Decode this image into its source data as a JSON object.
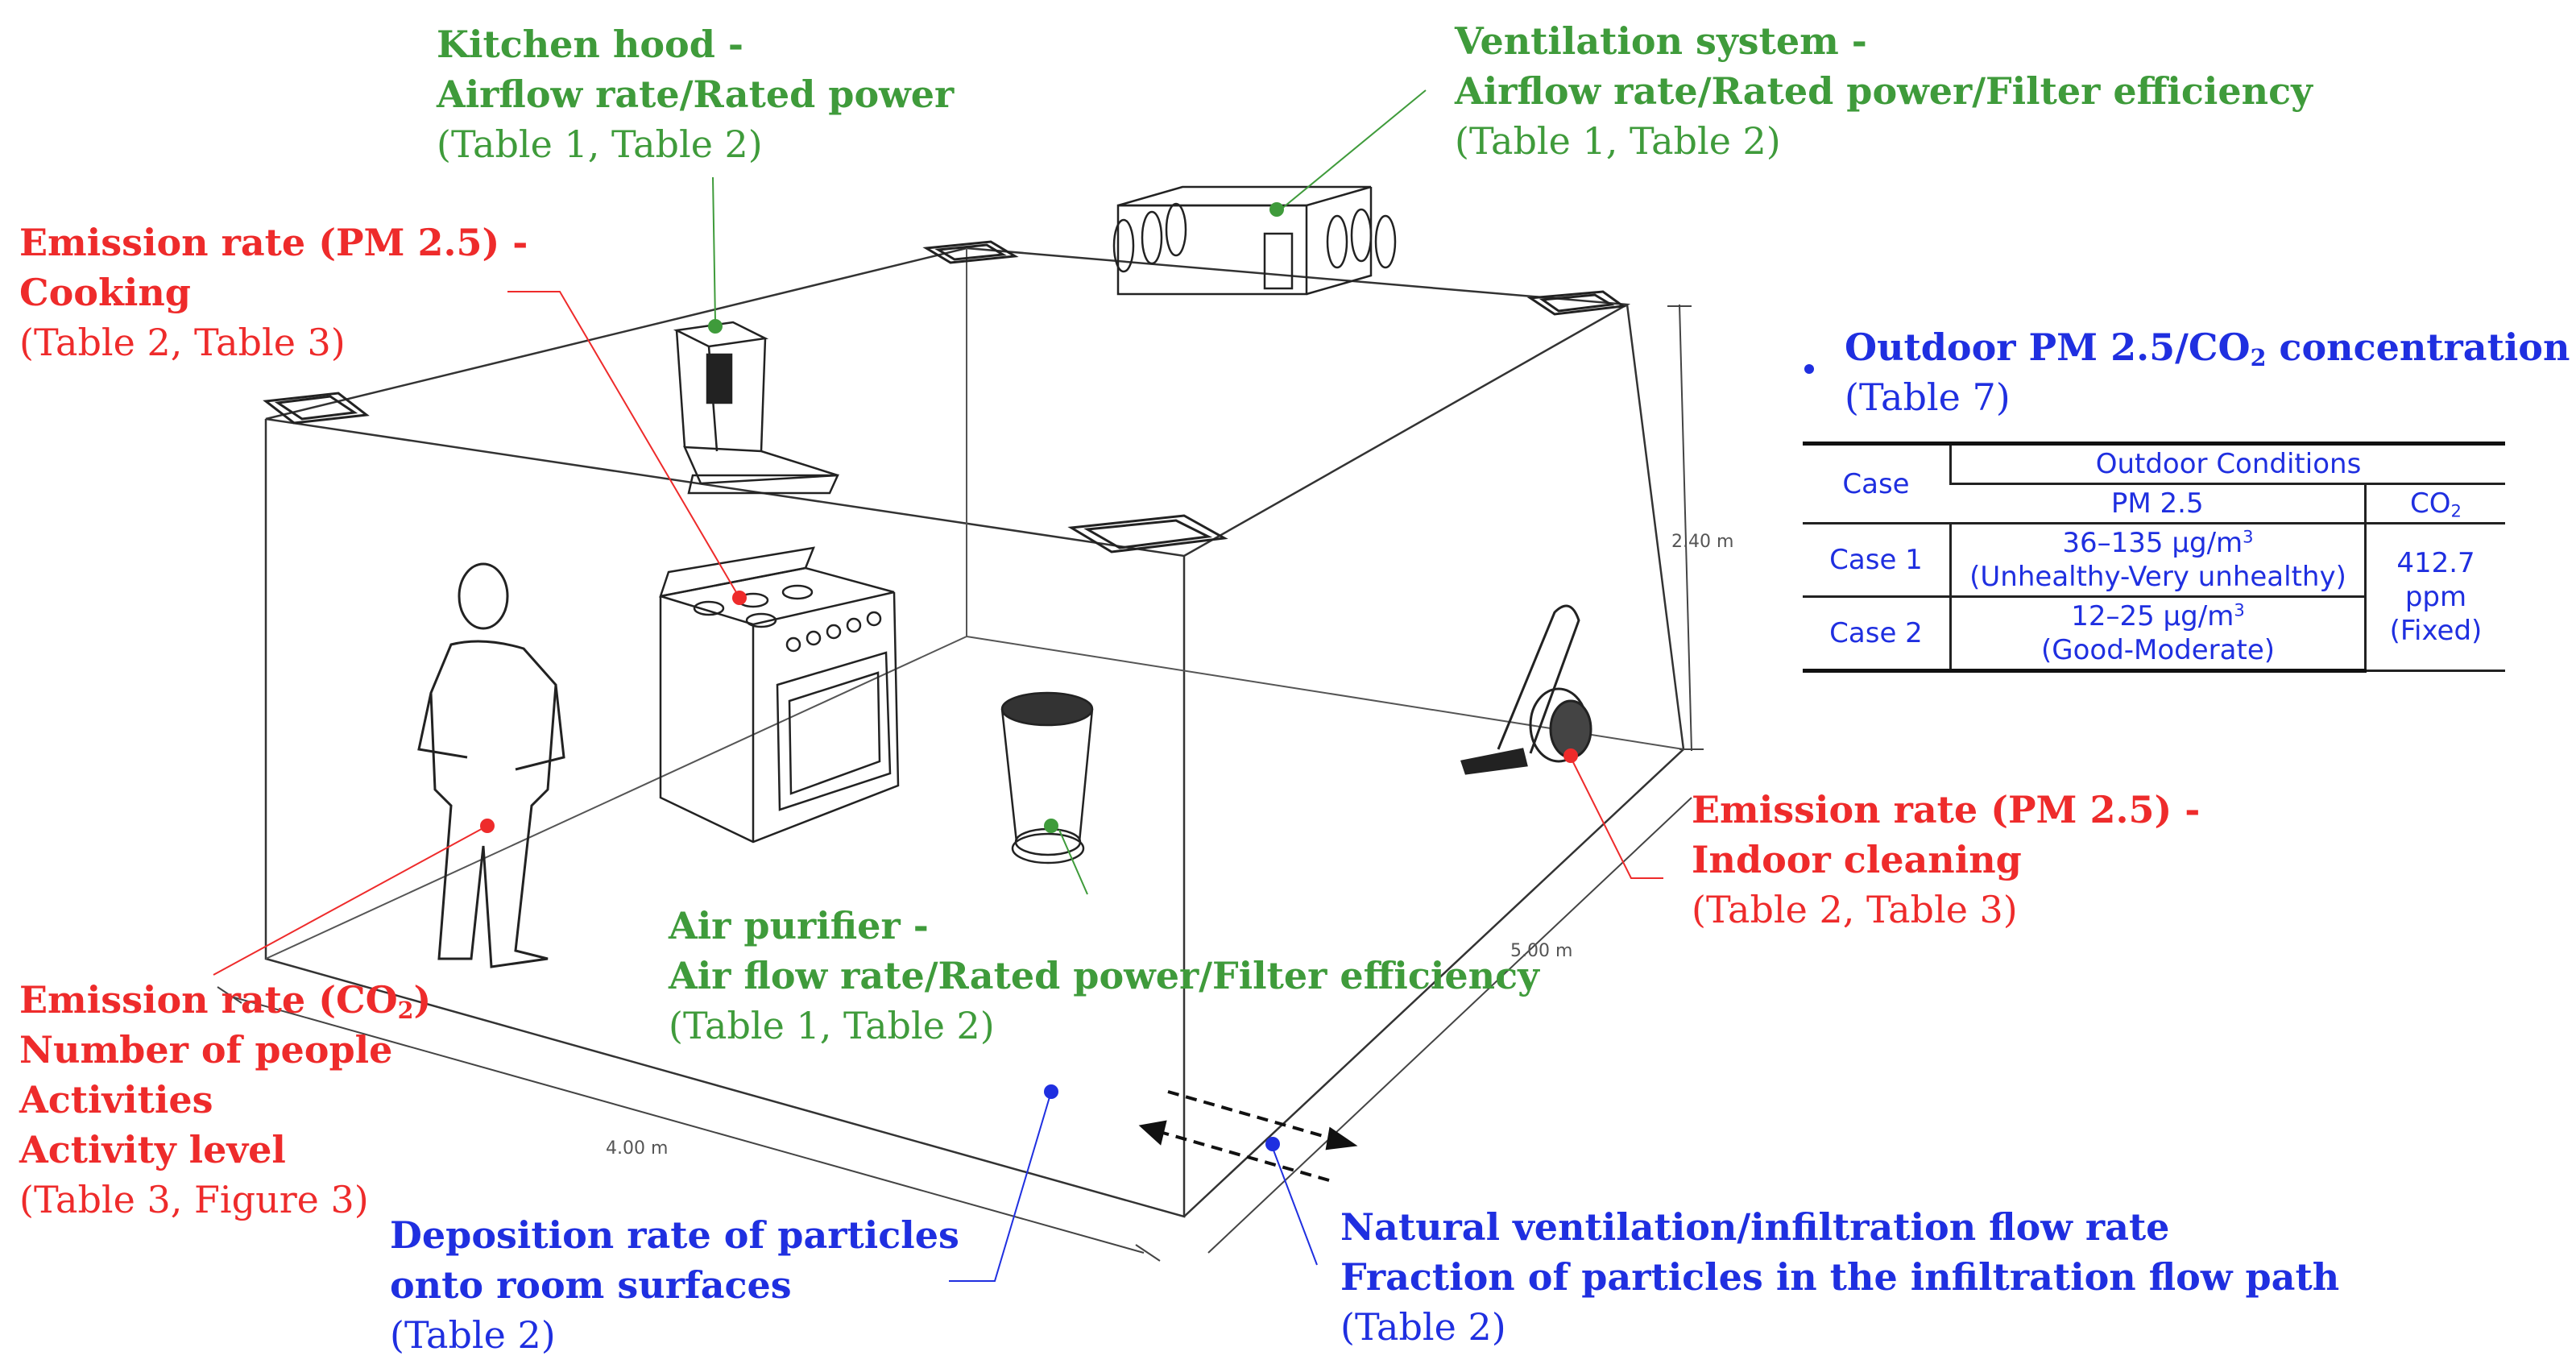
{
  "dimensions": {
    "height": "2.40 m",
    "depth": "5.00 m",
    "width": "4.00 m"
  },
  "labels": {
    "kitchen_hood": {
      "line1": "Kitchen hood -",
      "line2": "Airflow rate/Rated power",
      "ref": "(Table 1, Table 2)"
    },
    "ventilation": {
      "line1": "Ventilation system -",
      "line2": "Airflow rate/Rated power/Filter efficiency",
      "ref": "(Table 1, Table 2)"
    },
    "cooking": {
      "line1": "Emission rate (PM 2.5) -",
      "line2": "Cooking",
      "ref": "(Table 2, Table 3)"
    },
    "cleaning": {
      "line1": "Emission rate (PM 2.5) -",
      "line2": "Indoor cleaning",
      "ref": "(Table 2, Table 3)"
    },
    "air_purifier": {
      "line1": "Air purifier -",
      "line2": "Air flow rate/Rated power/Filter efficiency",
      "ref": "(Table 1, Table 2)"
    },
    "people": {
      "line1_pre": "Emission rate (CO",
      "line1_sub": "2",
      "line1_post": ")",
      "line2": "Number of people",
      "line3": "Activities",
      "line4": "Activity level",
      "ref": "(Table 3, Figure 3)"
    },
    "deposition": {
      "line1": "Deposition rate of particles",
      "line2": "onto room surfaces",
      "ref": "(Table 2)"
    },
    "infiltration": {
      "line1": "Natural ventilation/infiltration flow rate",
      "line2": "Fraction of particles in the infiltration flow path",
      "ref": "(Table 2)"
    }
  },
  "outdoor": {
    "title_pre": "Outdoor PM 2.5/CO",
    "title_sub": "2",
    "title_post": " concentration",
    "ref": "(Table 7)"
  },
  "table": {
    "case_header": "Case",
    "group_header": "Outdoor Conditions",
    "col_pm": "PM 2.5",
    "col_co2_pre": "CO",
    "col_co2_sub": "2",
    "rows": [
      {
        "case": "Case 1",
        "pm_range": "36–135 μg/m",
        "pm_sup": "3",
        "pm_desc": "(Unhealthy-Very unhealthy)"
      },
      {
        "case": "Case 2",
        "pm_range": "12–25 μg/m",
        "pm_sup": "3",
        "pm_desc": "(Good-Moderate)"
      }
    ],
    "co2_value": "412.7 ppm",
    "co2_note": "(Fixed)"
  },
  "colors": {
    "red": "#ee2b2b",
    "green": "#3f9b3b",
    "blue": "#1f2fe0",
    "line": "#444444"
  }
}
